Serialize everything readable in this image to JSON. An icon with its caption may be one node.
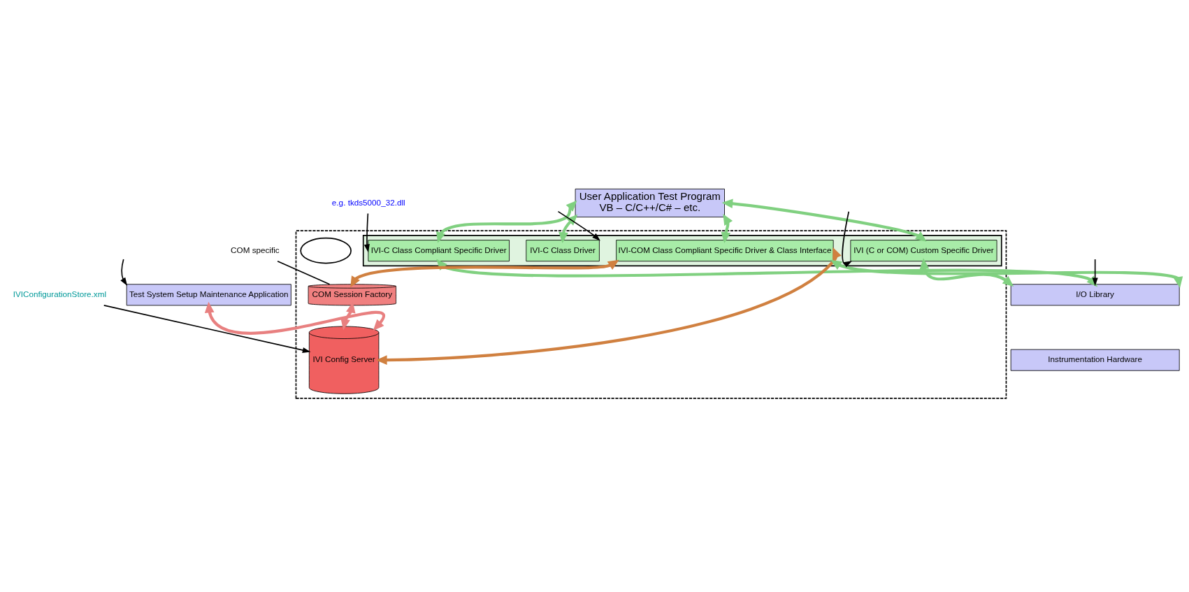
{
  "diagram": {
    "nodes": [
      {
        "text": [
          "User Application Test Program",
          "VB – C/C++/C# – etc."
        ]
      },
      {
        "text": [
          "Test System Setup Maintenance Application"
        ]
      },
      {
        "text": [],
        "shape": "box"
      },
      {
        "text": [],
        "shape": "box",
        "in": 2
      },
      {
        "text": [
          "IVI (C or COM) Custom Specific Driver"
        ],
        "in": 3
      },
      {
        "text": [
          "IVI-C Class Driver"
        ],
        "in": 3
      },
      {
        "text": [
          "IVI-C Class Compliant Specific Driver"
        ],
        "in": 3
      },
      {
        "text": [
          "IVI-COM Class Compliant Specific Driver & Class Interface"
        ],
        "in": 3
      },
      {
        "text": [
          "COM Session Factory"
        ],
        "in": 2
      },
      {
        "text": [
          "IVI Config Server"
        ],
        "in": 2
      },
      {
        "text": [
          "I/O Library"
        ]
      },
      {
        "text": [
          "Instrumentation Hardware"
        ]
      },
      {
        "text": [],
        "shape": "ellipse",
        "in": 2
      },
      {
        "text": [
          "COM specific"
        ]
      },
      {
        "text": [
          "IVIConfigurationStore.xml"
        ]
      },
      {
        "text": [
          "e.g. tkds5000_32.dll"
        ]
      }
    ],
    "edges": [
      {
        "from": 0,
        "to": 4,
        "arrow": "both"
      },
      {
        "from": 0,
        "to": 5,
        "arrow": "both"
      },
      {
        "from": 0,
        "to": 6,
        "arrow": "both"
      },
      {
        "from": 0,
        "to": 7,
        "arrow": "both"
      },
      {
        "from": 1,
        "to": 9,
        "arrow": "both",
        "color": "#e88080"
      },
      {
        "from": 7,
        "to": 8,
        "arrow": "both",
        "color": "#d08040"
      },
      {
        "from": 8,
        "to": 9,
        "arrow": "both",
        "color": "#e88080"
      },
      {
        "from": 7,
        "to": 9,
        "arrow": "both",
        "color": "#d08040"
      },
      {
        "from": 4,
        "to": 10,
        "arrow": "both"
      },
      {
        "from": 6,
        "to": 10,
        "arrow": "both"
      },
      {
        "from": 7,
        "to": 10,
        "arrow": "both"
      },
      {
        "from": null,
        "to": 5,
        "arrow": "to",
        "color": "#000000"
      },
      {
        "from": null,
        "to": 1,
        "arrow": "to",
        "color": "#000000"
      },
      {
        "from": 13,
        "to": 8,
        "arrow": "none",
        "color": "#000000"
      },
      {
        "from": 14,
        "to": 9,
        "arrow": "to",
        "color": "#000000"
      },
      {
        "from": 15,
        "to": 6,
        "arrow": "to",
        "color": "#000000"
      },
      {
        "from": null,
        "to": 4,
        "arrow": "to",
        "color": "#000000"
      },
      {
        "from": null,
        "to": 10,
        "arrow": "to",
        "color": "#000000"
      }
    ]
  }
}
